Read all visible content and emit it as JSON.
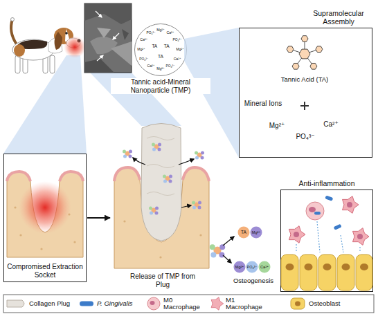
{
  "diagram": {
    "nodes": [
      {
        "text": [
          "Tannic acid-Mineral Nanoparticle (TMP)"
        ]
      },
      {
        "text": [
          "TA"
        ],
        "in": 0
      },
      {
        "text": [
          "TA"
        ],
        "in": 0
      },
      {
        "text": [
          "TA"
        ],
        "in": 0
      },
      {
        "text": [
          "Mg²⁺"
        ],
        "in": 0
      },
      {
        "text": [
          "Ca²⁺"
        ],
        "in": 0
      },
      {
        "text": [
          "PO₄³⁻"
        ],
        "in": 0
      },
      {
        "text": [
          "Mg²⁺"
        ],
        "in": 0
      },
      {
        "text": [
          "Ca²⁺"
        ],
        "in": 0
      },
      {
        "text": [
          "PO₄³⁻"
        ],
        "in": 0
      },
      {
        "text": [
          "Mg²⁺"
        ],
        "in": 0
      },
      {
        "text": [
          "Ca²⁺"
        ],
        "in": 0
      },
      {
        "text": [
          "PO₄³⁻"
        ],
        "in": 0
      },
      {
        "text": [
          "Mg²⁺"
        ],
        "in": 0
      },
      {
        "text": [
          "Ca²⁺"
        ],
        "in": 0
      },
      {
        "text": [
          "PO₄³⁻"
        ],
        "in": 0
      },
      {
        "text": [
          "Supramolecular Assembly"
        ]
      },
      {
        "text": [
          "Tannic Acid (TA)"
        ],
        "in": 16
      },
      {
        "text": [
          "Mg²⁺"
        ],
        "in": 16
      },
      {
        "text": [
          "PO₄³⁻"
        ],
        "in": 16
      },
      {
        "text": [
          "Ca²⁺"
        ],
        "in": 16
      },
      {
        "text": [
          "Compromised Extraction Socket"
        ]
      },
      {
        "text": [
          "Release of TMP from Plug"
        ]
      },
      {
        "text": [
          "TA"
        ]
      },
      {
        "text": [
          "Mg²⁺"
        ]
      },
      {
        "text": [
          "Mg²⁺"
        ]
      },
      {
        "text": [
          "PO₄³⁻"
        ]
      },
      {
        "text": [
          "Ca²⁺"
        ]
      },
      {
        "text": [
          "Anti-inflammation"
        ]
      }
    ],
    "edges": [
      {
        "from": 21,
        "to": 22,
        "arrow": "to"
      }
    ],
    "labels": [
      "Mineral Ions",
      "Osteogenesis"
    ],
    "legend": [
      {
        "text": "Collagen Plug"
      },
      {
        "text": "P. Gingivalis"
      },
      {
        "text": "M0 Macrophage"
      },
      {
        "text": "M1 Macrophage"
      },
      {
        "text": "Osteoblast"
      }
    ]
  }
}
